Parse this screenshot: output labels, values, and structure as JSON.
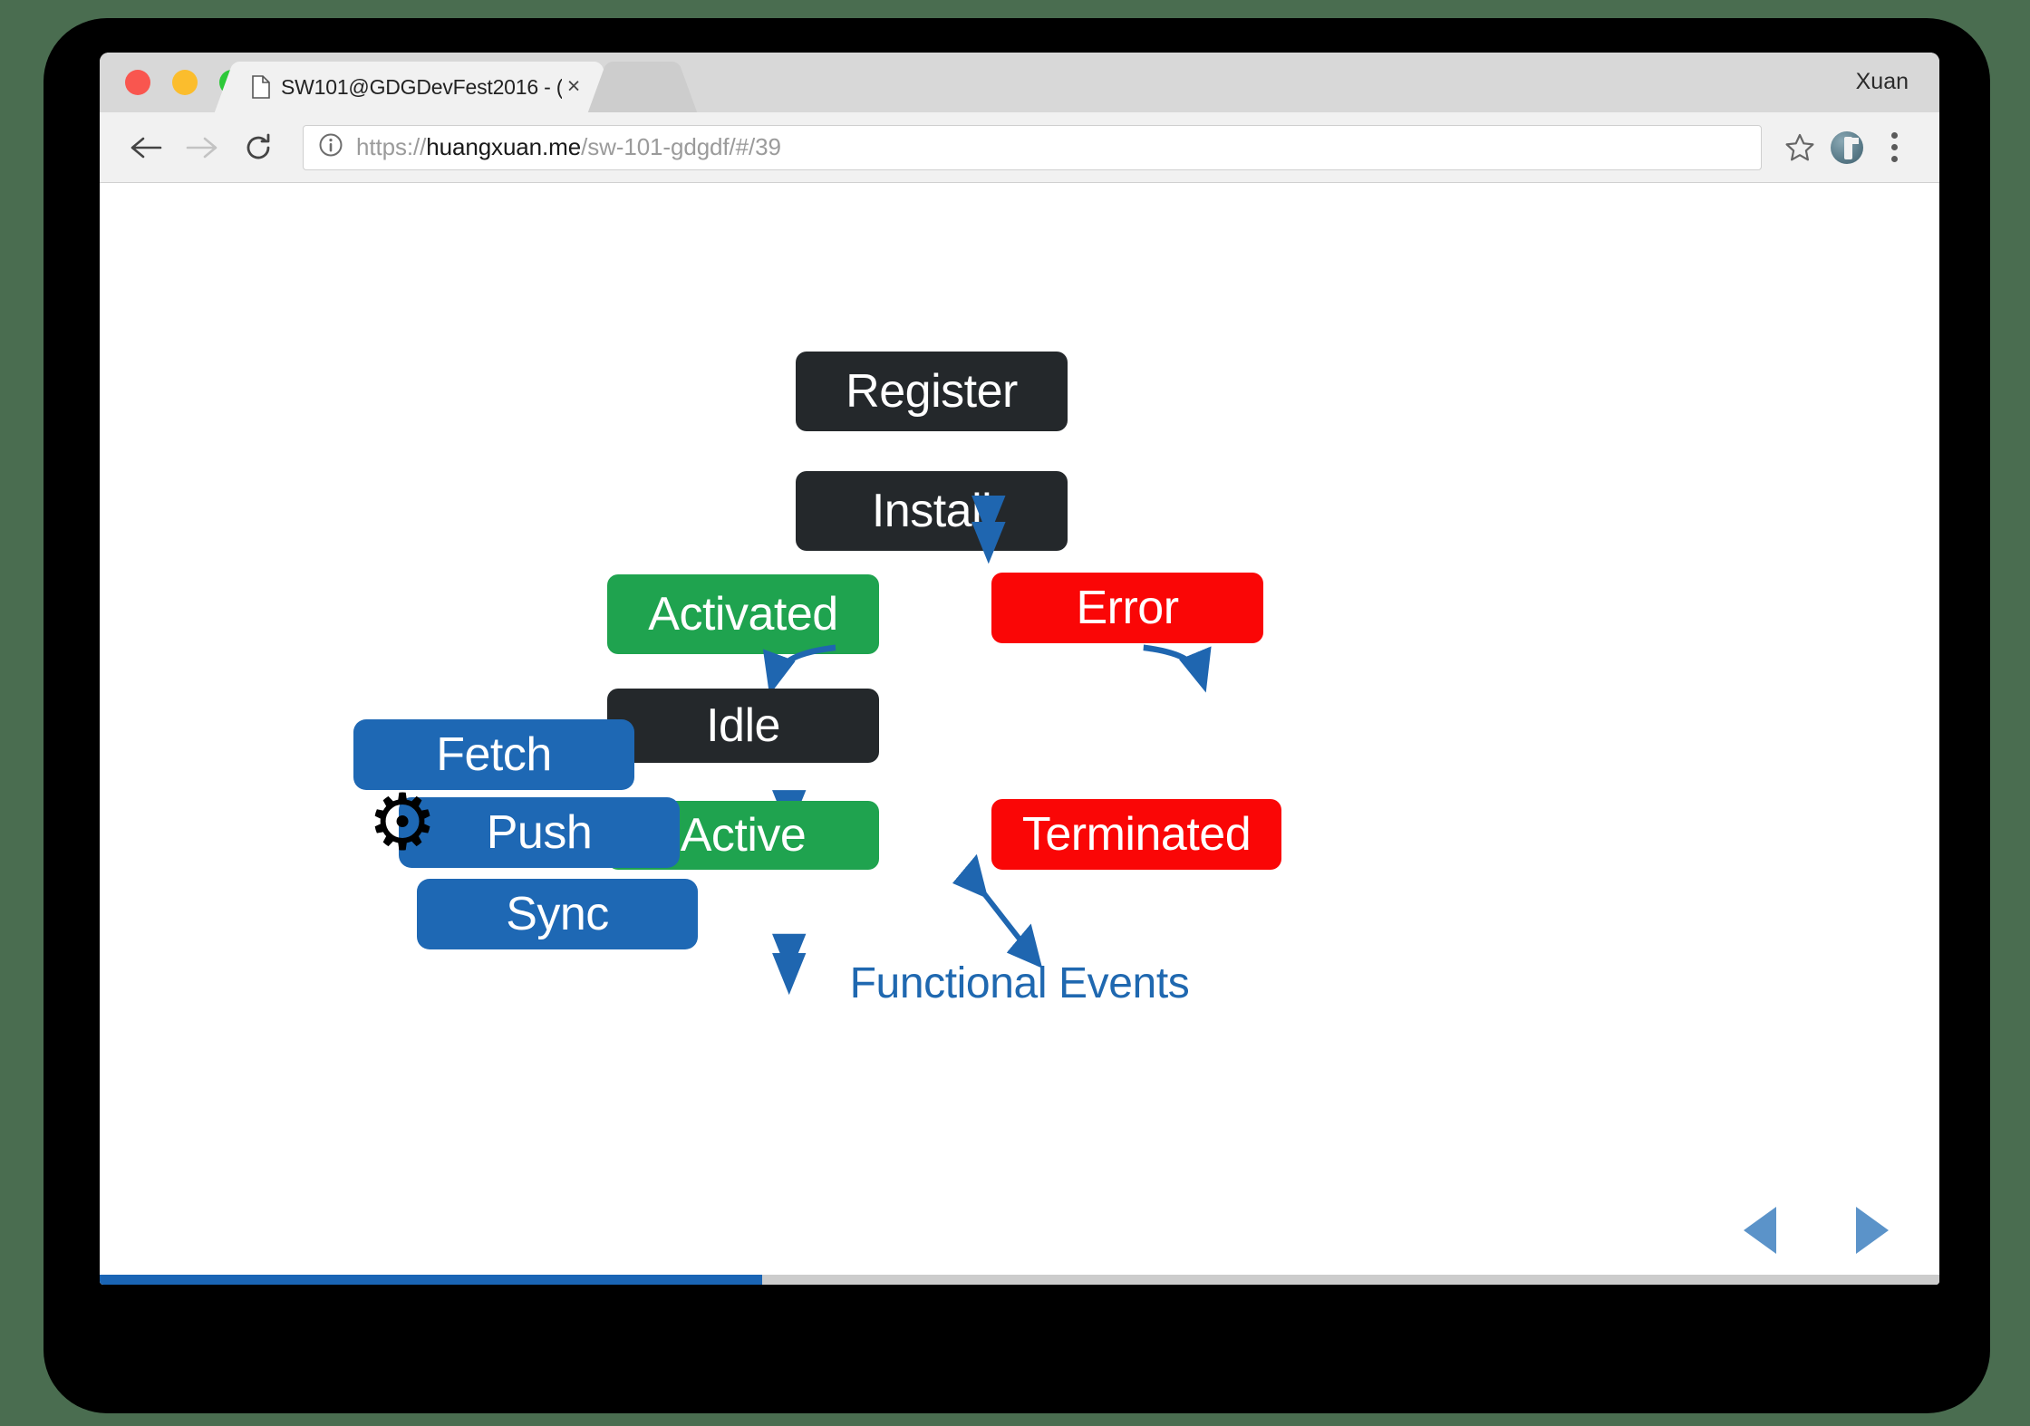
{
  "window": {
    "profile_name": "Xuan",
    "traffic_lights": [
      "close",
      "minimize",
      "zoom"
    ]
  },
  "tabs": [
    {
      "title": "SW101@GDGDevFest2016 - (",
      "icon": "page-icon",
      "close_label": "×",
      "active": true
    },
    {
      "title": "",
      "icon": "",
      "close_label": "",
      "active": false
    }
  ],
  "toolbar": {
    "back_icon": "back-arrow-icon",
    "forward_icon": "forward-arrow-icon",
    "reload_icon": "reload-icon",
    "site_info_icon": "info-circle-icon",
    "url_scheme": "https://",
    "url_host": "huangxuan.me",
    "url_path": "/sw-101-gdgdf/#/39",
    "bookmark_icon": "star-icon",
    "extension_icon": "avatar-icon",
    "menu_icon": "kebab-menu-icon"
  },
  "slide": {
    "caption": "Functional Events",
    "caption_color": "#1f68b0",
    "nav_prev_icon": "triangle-left-icon",
    "nav_next_icon": "triangle-right-icon",
    "nav_color": "#5b93c9",
    "progress_percent": 36,
    "progress_fill_color": "#1a65b5",
    "progress_track_color": "#cccccc",
    "palette": {
      "dark": "#24282b",
      "green": "#1fa34f",
      "red": "#fa0606",
      "blue": "#1e68b4",
      "arrow": "#1f66b0"
    },
    "nodes": [
      {
        "id": "register",
        "label": "Register",
        "kind": "dark"
      },
      {
        "id": "install",
        "label": "Install",
        "kind": "dark"
      },
      {
        "id": "activated",
        "label": "Activated",
        "kind": "green"
      },
      {
        "id": "error",
        "label": "Error",
        "kind": "red"
      },
      {
        "id": "idle",
        "label": "Idle",
        "kind": "dark"
      },
      {
        "id": "active",
        "label": "Active",
        "kind": "green"
      },
      {
        "id": "terminated",
        "label": "Terminated",
        "kind": "red"
      },
      {
        "id": "fetch",
        "label": "Fetch",
        "kind": "blue"
      },
      {
        "id": "push",
        "label": "Push",
        "kind": "blue"
      },
      {
        "id": "sync",
        "label": "Sync",
        "kind": "blue"
      }
    ],
    "gear_glyph": "⚙",
    "connectors": [
      {
        "from": "register",
        "to": "install",
        "style": "double-vertical"
      },
      {
        "from": "install",
        "to": "activated",
        "style": "curve-down-left"
      },
      {
        "from": "install",
        "to": "error",
        "style": "curve-down-right"
      },
      {
        "from": "activated",
        "to": "idle",
        "style": "double-vertical"
      },
      {
        "from": "idle",
        "to": "active",
        "style": "double-vertical"
      },
      {
        "from": "idle",
        "to": "terminated",
        "style": "double-diagonal"
      }
    ]
  }
}
